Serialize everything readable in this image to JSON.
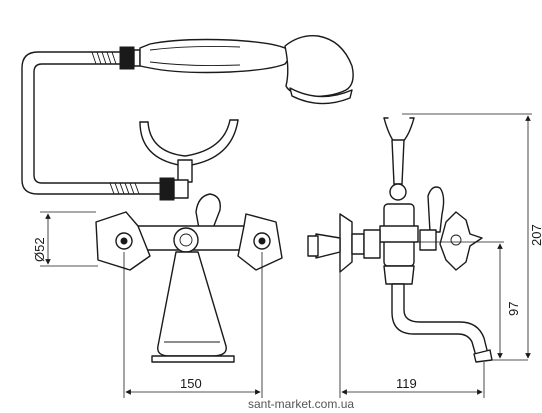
{
  "dimensions": {
    "diameter_label": "Ø52",
    "width_front_label": "150",
    "width_side_label": "119",
    "height_spout_label": "97",
    "height_total_label": "207"
  },
  "watermark": "sant-market.com.ua"
}
